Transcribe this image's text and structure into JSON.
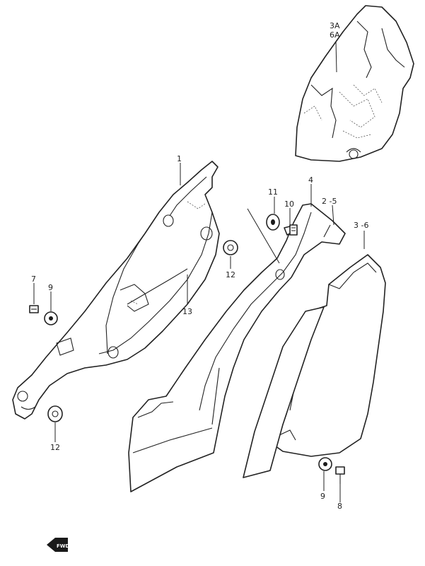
{
  "callouts": {
    "c1": "1",
    "c3A": "3A",
    "c6A": "6A",
    "c4": "4",
    "c2_5": "2 -5",
    "c3_6": "3 -6",
    "c11": "11",
    "c10": "10",
    "c12_top": "12",
    "c13": "13",
    "c7": "7",
    "c9_left": "9",
    "c12_bottom": "12",
    "c9_right": "9",
    "c8": "8"
  },
  "front_marker": "FWD",
  "colors": {
    "line": "#222222",
    "paper": "#ffffff"
  }
}
